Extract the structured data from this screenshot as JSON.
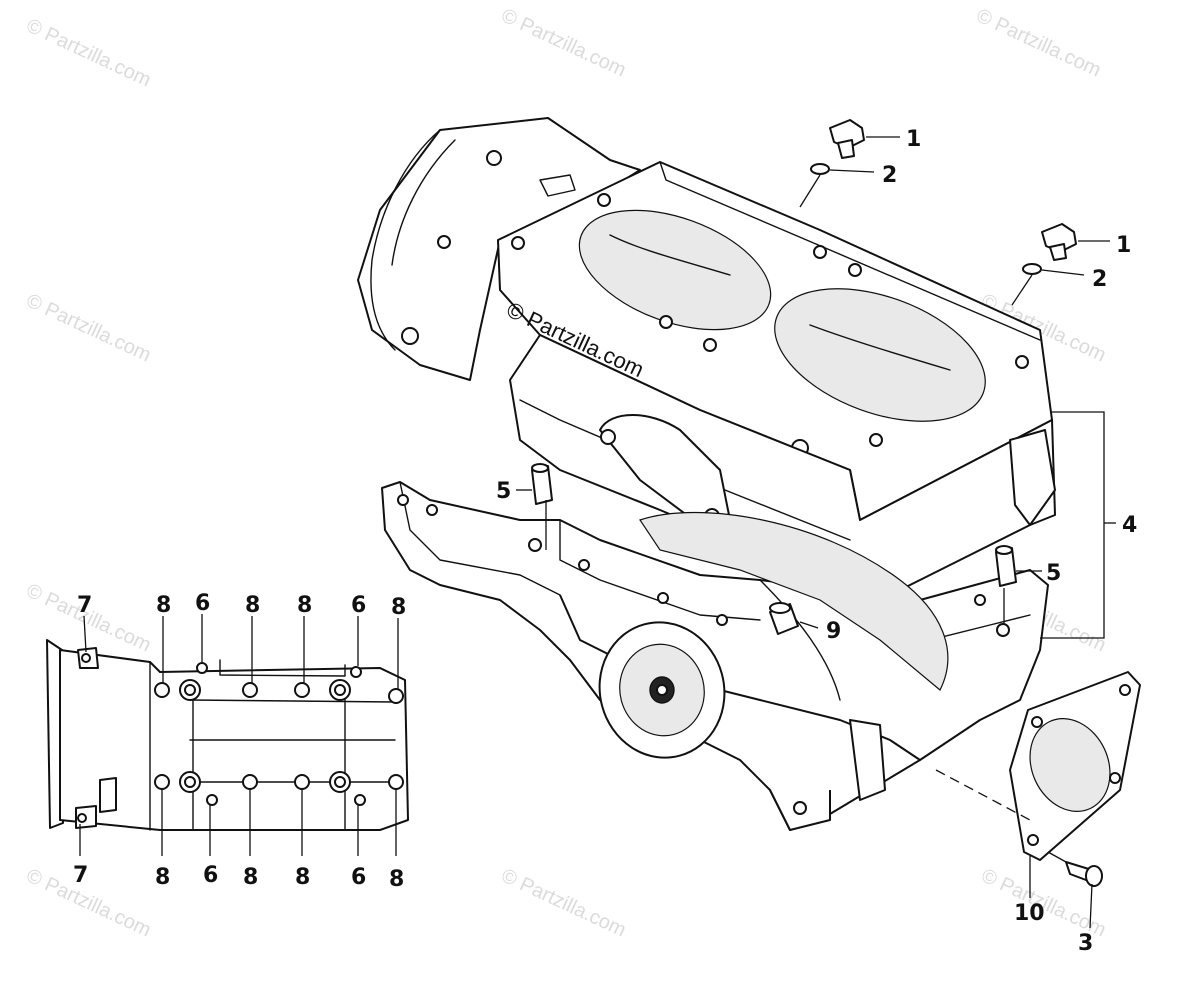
{
  "watermark": {
    "text": "© Partzilla.com",
    "center_text": "© Partzilla.com"
  },
  "callouts": {
    "c1a": "1",
    "c2a": "2",
    "c1b": "1",
    "c2b": "2",
    "c4": "4",
    "c5a": "5",
    "c5b": "5",
    "c9": "9",
    "c10": "10",
    "c3": "3",
    "t7": "7",
    "t8a": "8",
    "t6a": "6",
    "t8b": "8",
    "t8c": "8",
    "t6b": "6",
    "t8d": "8",
    "b7": "7",
    "b8a": "8",
    "b6a": "6",
    "b8b": "8",
    "b8c": "8",
    "b6b": "6",
    "b8d": "8"
  }
}
